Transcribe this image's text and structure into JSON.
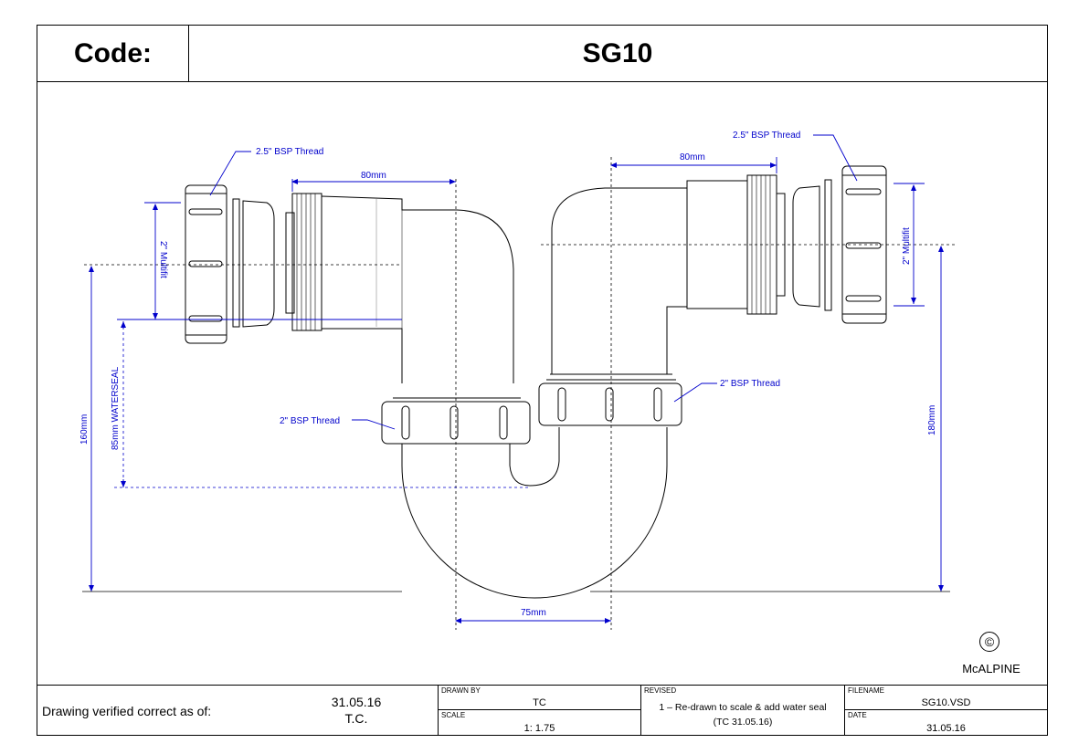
{
  "header": {
    "code_label": "Code:",
    "code_value": "SG10"
  },
  "dimensions": {
    "left_thread": "2.5\" BSP Thread",
    "right_thread": "2.5\" BSP Thread",
    "left_80": "80mm",
    "right_80": "80mm",
    "left_multifit": "2\" Multifit",
    "right_multifit": "2\" Multifit",
    "waterseal": "85mm WATERSEAL",
    "height_160": "160mm",
    "height_180": "180mm",
    "width_75": "75mm",
    "bsp_left": "2\" BSP Thread",
    "bsp_right": "2\" BSP Thread"
  },
  "brand": {
    "copyright": "©",
    "name": "McALPINE"
  },
  "footer": {
    "verified_label": "Drawing verified  correct as of:",
    "verified_date": "31.05.16",
    "verified_by": "T.C.",
    "drawn_by_label": "DRAWN BY",
    "drawn_by": "TC",
    "scale_label": "SCALE",
    "scale": "1: 1.75",
    "revised_label": "REVISED",
    "revised_line1": "1 – Re-drawn to scale & add water seal",
    "revised_line2": "(TC 31.05.16)",
    "filename_label": "FILENAME",
    "filename": "SG10.VSD",
    "date_label": "DATE",
    "date": "31.05.16"
  },
  "colors": {
    "dimension": "#0000CC",
    "outline": "#000000"
  }
}
